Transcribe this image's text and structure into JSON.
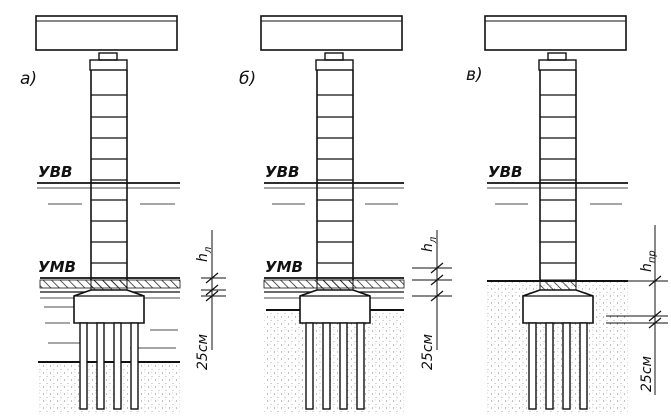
{
  "panels": [
    {
      "label": "а)",
      "water_high": "УВВ",
      "water_low": "УМВ",
      "dim_ice": "h",
      "dim_ice_sub": "л",
      "dim_clear": "25см"
    },
    {
      "label": "б)",
      "water_high": "УВВ",
      "water_low": "УМВ",
      "dim_ice": "h",
      "dim_ice_sub": "л",
      "dim_clear": "25см"
    },
    {
      "label": "в)",
      "water_high": "УВВ",
      "dim_ice": "h",
      "dim_ice_sub": "пр",
      "dim_clear": "25см"
    }
  ],
  "colors": {
    "ink": "#111111",
    "ground": "#9a9a9a",
    "paper": "#ffffff"
  }
}
